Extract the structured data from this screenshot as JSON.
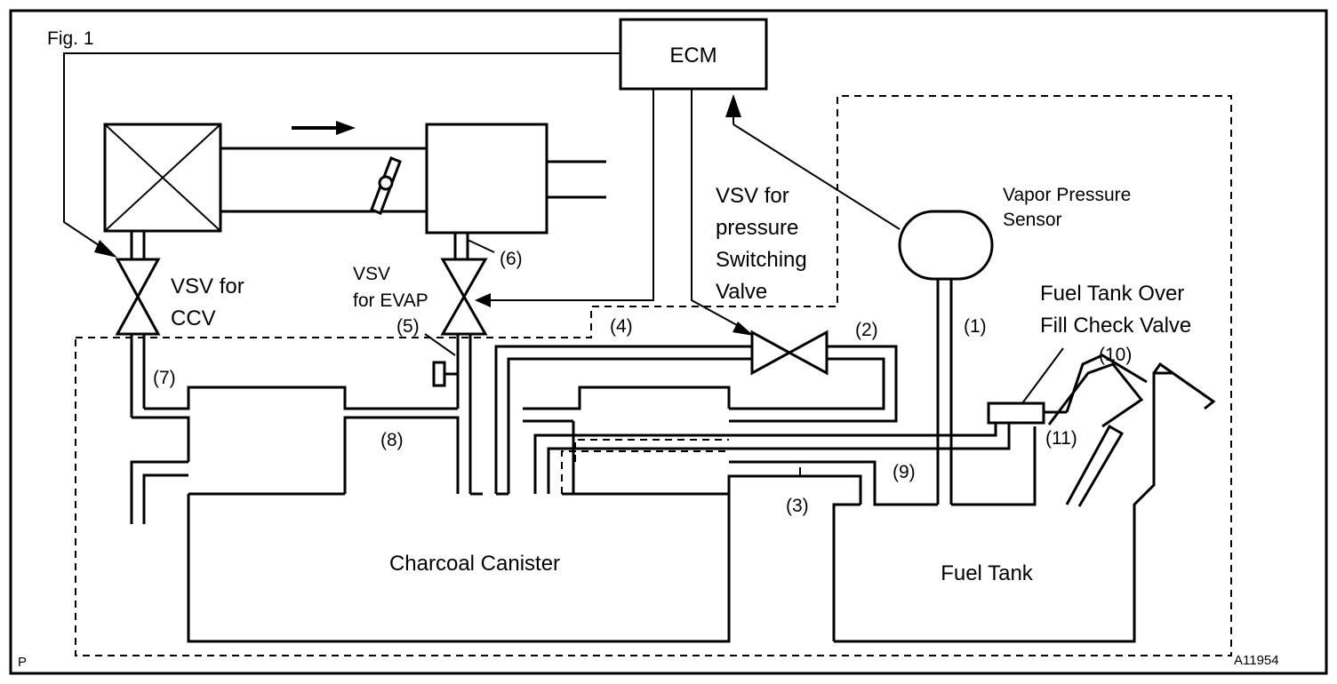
{
  "figure": {
    "label": "Fig. 1",
    "code": "A11954",
    "corner_mark": "P"
  },
  "components": {
    "ecm": "ECM",
    "vsv_ccv": [
      "VSV for",
      "CCV"
    ],
    "vsv_evap": [
      "VSV",
      "for EVAP"
    ],
    "vsv_pressure": [
      "VSV for",
      "pressure",
      "Switching",
      "Valve"
    ],
    "vapor_sensor": [
      "Vapor Pressure",
      "Sensor"
    ],
    "over_fill_valve": [
      "Fuel Tank Over",
      "Fill Check Valve"
    ],
    "canister": "Charcoal Canister",
    "fuel_tank": "Fuel Tank"
  },
  "numbers": {
    "n1": "(1)",
    "n2": "(2)",
    "n3": "(3)",
    "n4": "(4)",
    "n5": "(5)",
    "n6": "(6)",
    "n7": "(7)",
    "n8": "(8)",
    "n9": "(9)",
    "n10": "(10)",
    "n11": "(11)"
  }
}
